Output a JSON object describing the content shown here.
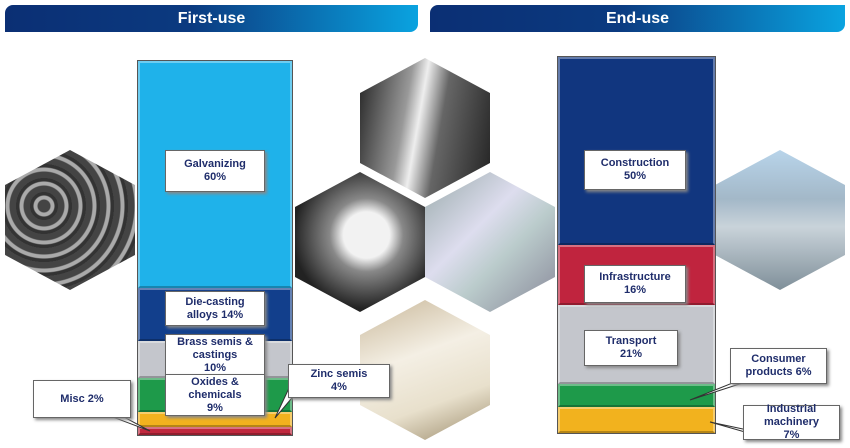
{
  "headers": {
    "first_use": "First-use",
    "end_use": "End-use"
  },
  "chart_data": [
    {
      "type": "bar",
      "stacked": true,
      "title": "First-use",
      "unit": "%",
      "categories": [
        "Galvanizing",
        "Die-casting alloys",
        "Brass semis & castings",
        "Oxides & chemicals",
        "Zinc semis",
        "Misc"
      ],
      "values": [
        60,
        14,
        10,
        9,
        4,
        2
      ],
      "labels": [
        "Galvanizing\n60%",
        "Die-casting\nalloys    14%",
        "Brass semis &\ncastings\n10%",
        "Oxides &\nchemicals\n9%",
        "Zinc semis\n4%",
        "Misc    2%"
      ],
      "colors": [
        "#1fb2ea",
        "#123f8c",
        "#c4c6cc",
        "#1e9a4a",
        "#f2b21e",
        "#c0283e"
      ]
    },
    {
      "type": "bar",
      "stacked": true,
      "title": "End-use",
      "unit": "%",
      "categories": [
        "Construction",
        "Infrastructure",
        "Transport",
        "Consumer products",
        "Industrial machinery"
      ],
      "values": [
        50,
        16,
        21,
        6,
        7
      ],
      "labels": [
        "Construction\n50%",
        "Infrastructure\n16%",
        "Transport\n21%",
        "Consumer\nproducts 6%",
        "Industrial\nmachinery\n7%"
      ],
      "colors": [
        "#11367f",
        "#c0243e",
        "#c4c6cc",
        "#1e9a4a",
        "#f2b21e"
      ]
    }
  ]
}
